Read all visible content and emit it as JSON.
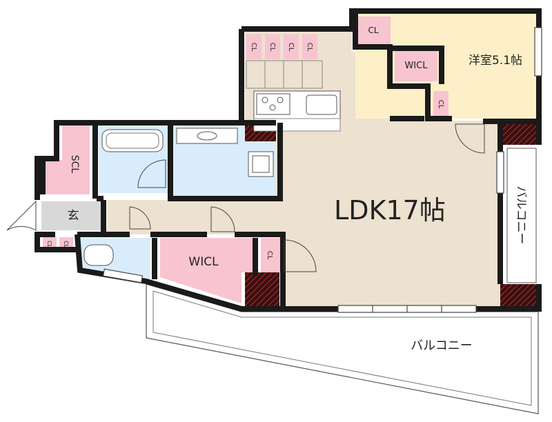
{
  "rooms": {
    "ldk": {
      "label": "LDK17帖"
    },
    "western_room": {
      "label": "洋室5.1帖"
    },
    "scl": {
      "label": "SCL"
    },
    "entrance": {
      "label": "玄"
    },
    "wicl_main": {
      "label": "WICL"
    },
    "wicl_western": {
      "label": "WICL"
    },
    "cl_top": {
      "label": "CL"
    },
    "cl_western_small": {
      "label": "CL"
    },
    "cl_near_ldk": {
      "label": "CL"
    },
    "kitchen_cl": [
      "CL",
      "CL",
      "CL",
      "CL"
    ],
    "entrance_cl": [
      "CL",
      "CL"
    ],
    "balcony_side": {
      "label": "バルコニー"
    },
    "balcony_bottom": {
      "label": "バルコニー"
    }
  },
  "colors": {
    "wall": "#1a1a1a",
    "ldk_floor": "#ede1cf",
    "western_floor": "#fdf0c8",
    "wet_area": "#d9ecfb",
    "storage": "#f7c4cf",
    "entrance_floor": "#d8d8d8",
    "pillar_hatch": "#7a2020"
  }
}
